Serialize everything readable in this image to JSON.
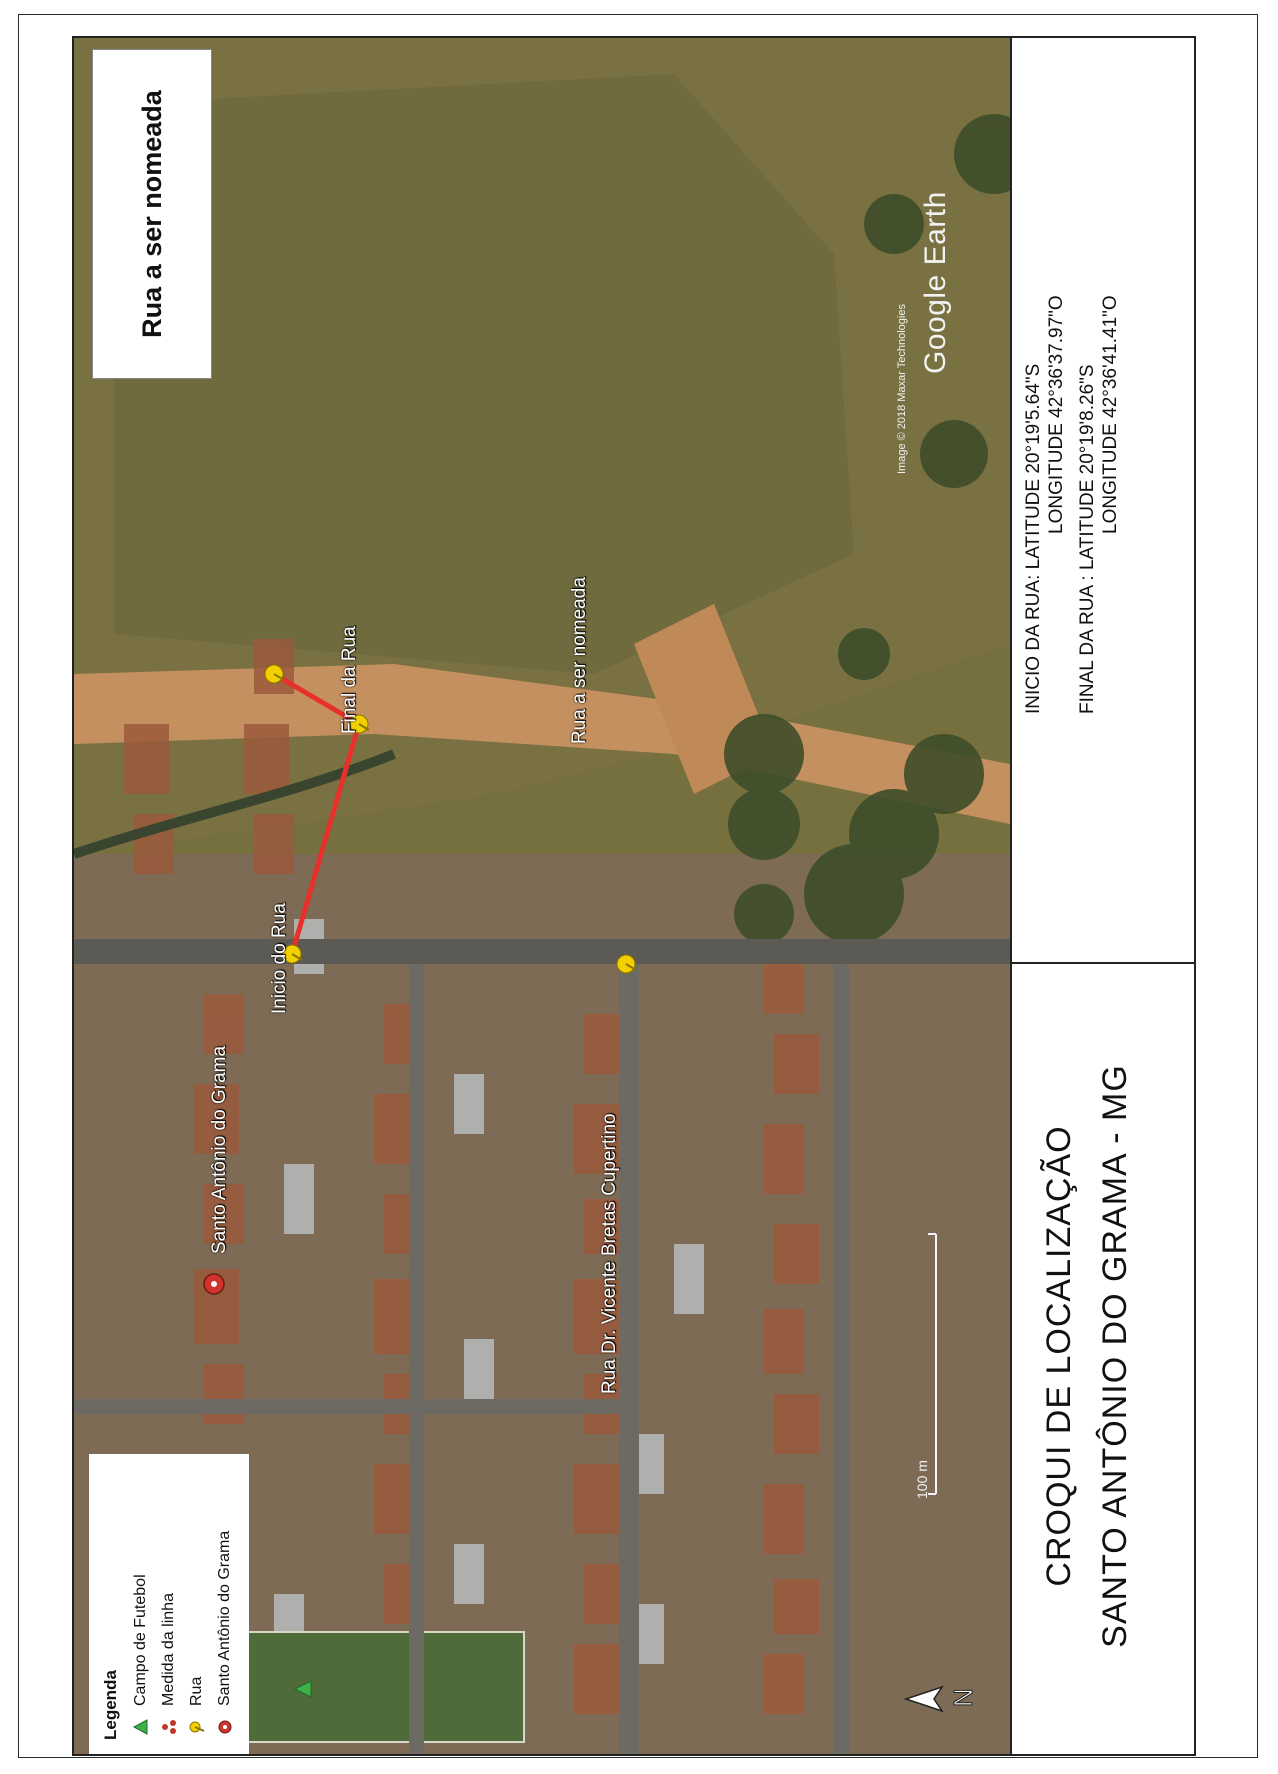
{
  "map": {
    "title": "Rua a ser nomeada",
    "provider": "Google Earth",
    "imagery_credit": "Image © 2018 Maxar Technologies",
    "scale_label": "100 m",
    "labels": {
      "end": "Final da Rua",
      "named": "Rua a ser nomeada",
      "start": "Inicio do Rua",
      "town": "Santo Antônio do Grama",
      "street": "Rua Dr. Vicente Bretas Cupertino"
    },
    "route_color": "#e8302a",
    "marker_color": "#f2d000"
  },
  "legend": {
    "title": "Legenda",
    "items": [
      {
        "label": "Campo de Futebol",
        "icon": "soccer-field-icon",
        "color": "#3fb04a"
      },
      {
        "label": "Medida da linha",
        "icon": "line-measure-icon",
        "color": "#c0392b"
      },
      {
        "label": "Rua",
        "icon": "pushpin-icon",
        "color": "#f2d000"
      },
      {
        "label": "Santo Antônio do Grama",
        "icon": "place-marker-icon",
        "color": "#d0342c"
      }
    ]
  },
  "info": {
    "inicio_lat": "INICIO DA RUA: LATITUDE 20°19'5.64\"S",
    "inicio_lon": "LONGITUDE 42°36'37.97\"O",
    "final_lat": "FINAL DA RUA : LATITUDE 20°19'8.26\"S",
    "final_lon": "LONGITUDE 42°36'41.41\"O",
    "croqui_title": "CROQUI DE LOCALIZAÇÃO",
    "croqui_place": "SANTO ANTÔNIO DO GRAMA - MG"
  }
}
